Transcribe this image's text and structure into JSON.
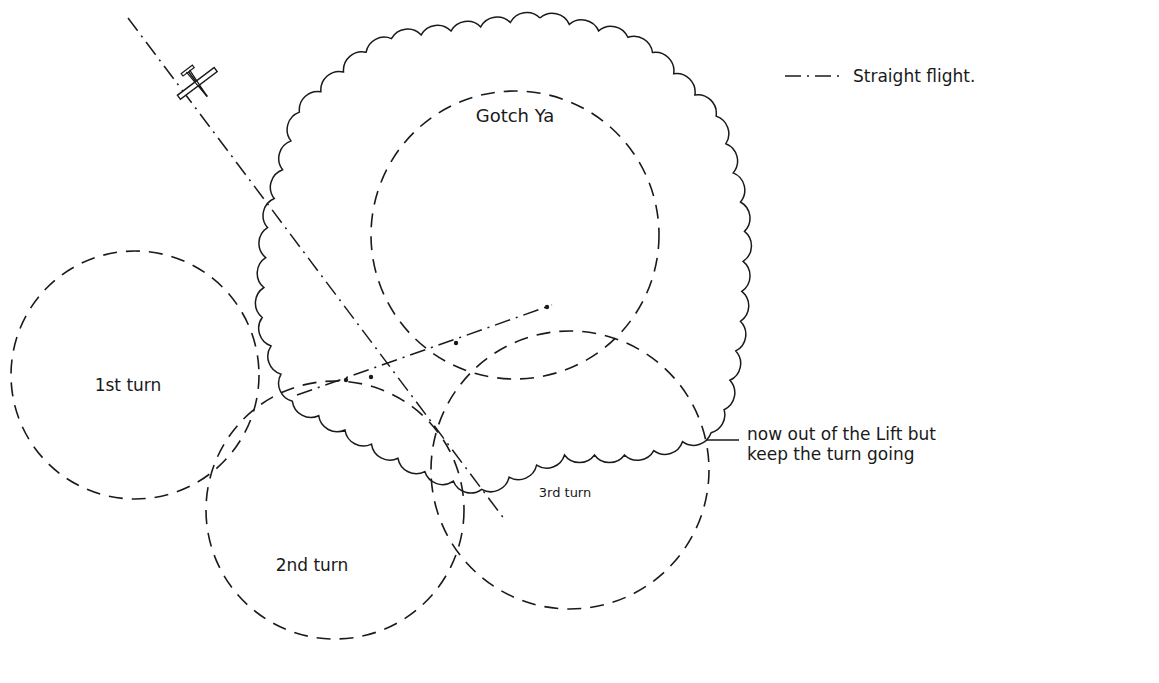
{
  "diagram": {
    "nodes": [
      {
        "text": [
          "Gotch Ya"
        ]
      },
      {
        "text": [
          "1st turn"
        ]
      },
      {
        "text": [
          "2nd turn"
        ]
      },
      {
        "text": [
          "3rd turn"
        ]
      }
    ],
    "labels": [
      "now out of the Lift but keep the turn going"
    ],
    "legend": [
      {
        "text": "Straight flight."
      }
    ]
  }
}
